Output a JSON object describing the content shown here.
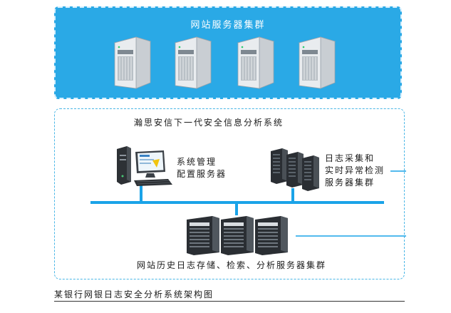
{
  "web_cluster": {
    "title": "网站服务器集群",
    "server_count": 4
  },
  "system": {
    "title": "瀚思安信下一代安全信息分析系统",
    "management_server": {
      "line1": "系统管理",
      "line2": "配置服务器"
    },
    "collector_cluster": {
      "line1": "日志采集和",
      "line2": "实时异常检测",
      "line3": "服务器集群"
    },
    "storage_cluster": {
      "label": "网站历史日志存储、检索、分析服务器集群"
    }
  },
  "caption": "某银行网银日志安全分析系统架构图",
  "colors": {
    "cluster_panel": "#2aa9e6",
    "network_line": "#1aa3e8",
    "panel_border": "#49b6e6"
  }
}
